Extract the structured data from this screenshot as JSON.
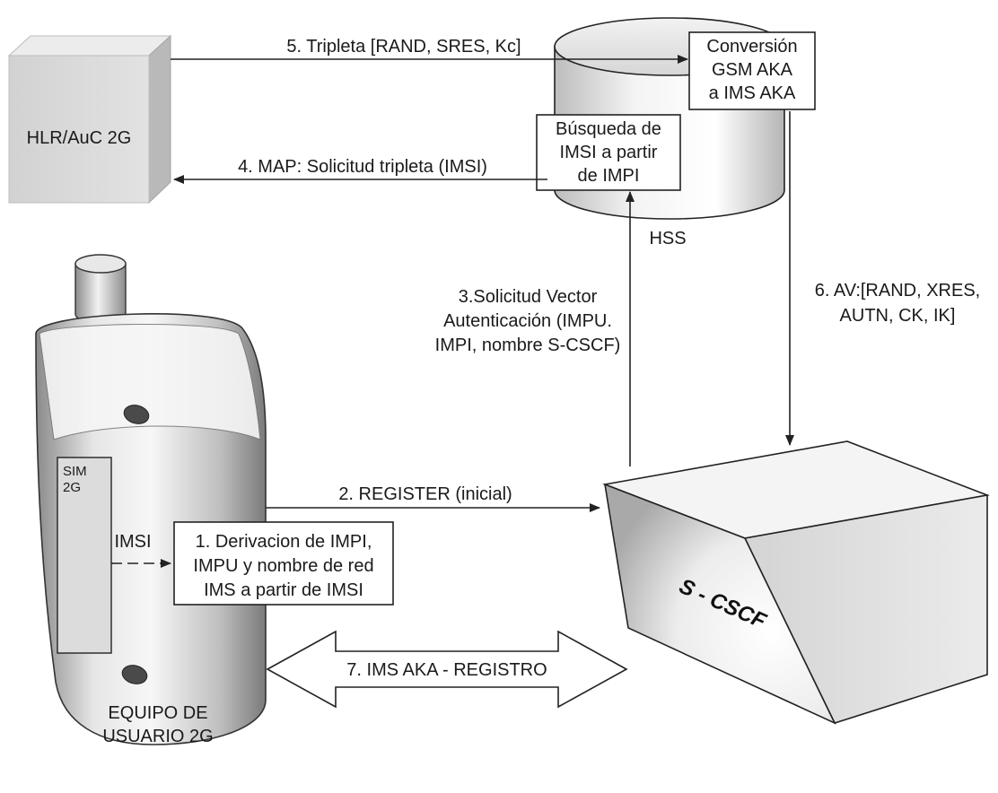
{
  "nodes": {
    "hlr": "HLR/AuC 2G",
    "hss": "HSS",
    "hss_conversion": [
      "Conversión",
      "GSM AKA",
      "a IMS AKA"
    ],
    "hss_lookup": [
      "Búsqueda de",
      "IMSI a partir",
      "de IMPI"
    ],
    "scscf": "S - CSCF",
    "sim": [
      "SIM",
      "2G"
    ],
    "imsi": "IMSI",
    "derivation": [
      "1. Derivacion de IMPI,",
      "IMPU y nombre de red",
      "IMS a partir de IMSI"
    ],
    "ue": [
      "EQUIPO DE",
      "USUARIO 2G"
    ]
  },
  "messages": {
    "m2": "2. REGISTER (inicial)",
    "m3": [
      "3.Solicitud Vector",
      "Autenticación (IMPU.",
      "IMPI, nombre S-CSCF)"
    ],
    "m4": "4. MAP: Solicitud tripleta (IMSI)",
    "m5": "5. Tripleta [RAND, SRES, Kc]",
    "m6": [
      "6. AV:[RAND, XRES,",
      "AUTN, CK, IK]"
    ],
    "m7": "7. IMS AKA - REGISTRO"
  }
}
